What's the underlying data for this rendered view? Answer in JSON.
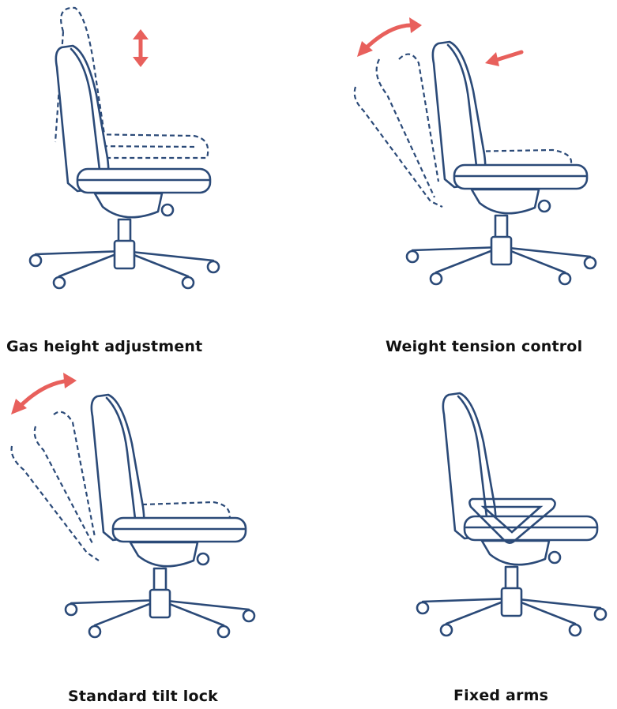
{
  "features": [
    {
      "label": "Gas height adjustment"
    },
    {
      "label": "Weight tension control"
    },
    {
      "label": "Standard tilt lock"
    },
    {
      "label": "Fixed arms"
    }
  ],
  "colors": {
    "line": "#2b4a78",
    "accent": "#e8605c"
  }
}
